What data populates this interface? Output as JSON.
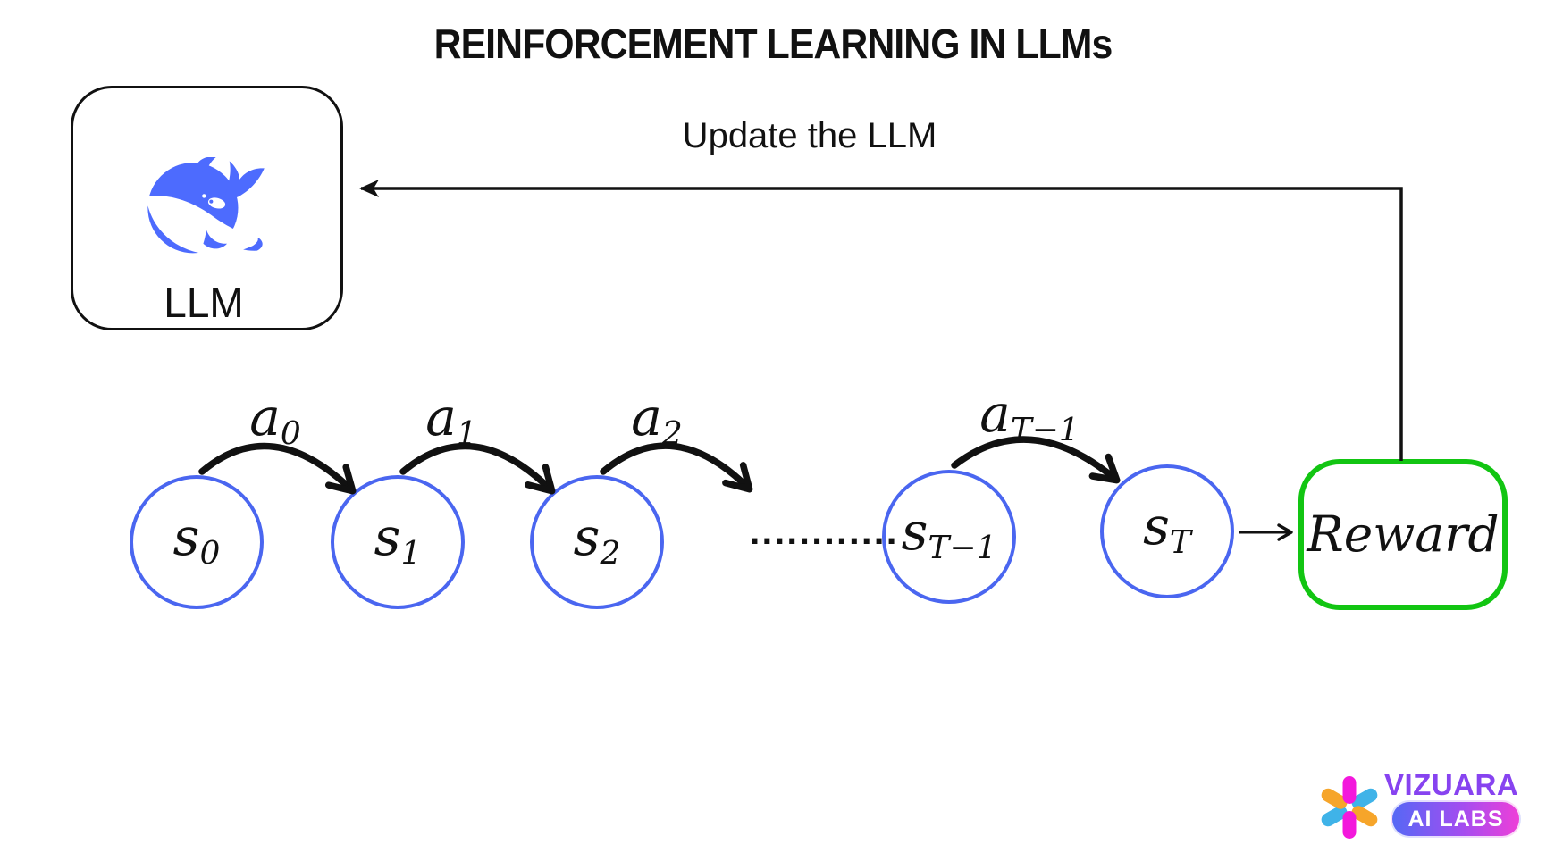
{
  "title": "REINFORCEMENT LEARNING IN LLMs",
  "llm": {
    "label": "LLM",
    "icon": "whale-icon"
  },
  "feedback_arrow": {
    "label": "Update the LLM"
  },
  "chain": {
    "states": [
      {
        "base": "s",
        "sub": "0"
      },
      {
        "base": "s",
        "sub": "1"
      },
      {
        "base": "s",
        "sub": "2"
      },
      {
        "base": "s",
        "sub": "T−1"
      },
      {
        "base": "s",
        "sub": "T"
      }
    ],
    "actions": [
      {
        "base": "a",
        "sub": "0"
      },
      {
        "base": "a",
        "sub": "1"
      },
      {
        "base": "a",
        "sub": "2"
      },
      {
        "base": "a",
        "sub": "T−1"
      }
    ],
    "ellipsis": "............"
  },
  "reward": {
    "label": "Reward"
  },
  "branding": {
    "name": "VIZUARA",
    "tagline": "AI LABS"
  },
  "colors": {
    "ink": "#111111",
    "state_blue": "#4A66F0",
    "whale_blue": "#4D6BFE",
    "reward_green": "#12C512",
    "brand_purple": "#8743F0",
    "pill_gradient_start": "#5668F5",
    "pill_gradient_mid": "#A34DF0",
    "pill_gradient_end": "#EE3FD8",
    "petal_magenta": "#F318DC",
    "petal_orange": "#F6A52A",
    "petal_blue": "#3FB3E8"
  }
}
